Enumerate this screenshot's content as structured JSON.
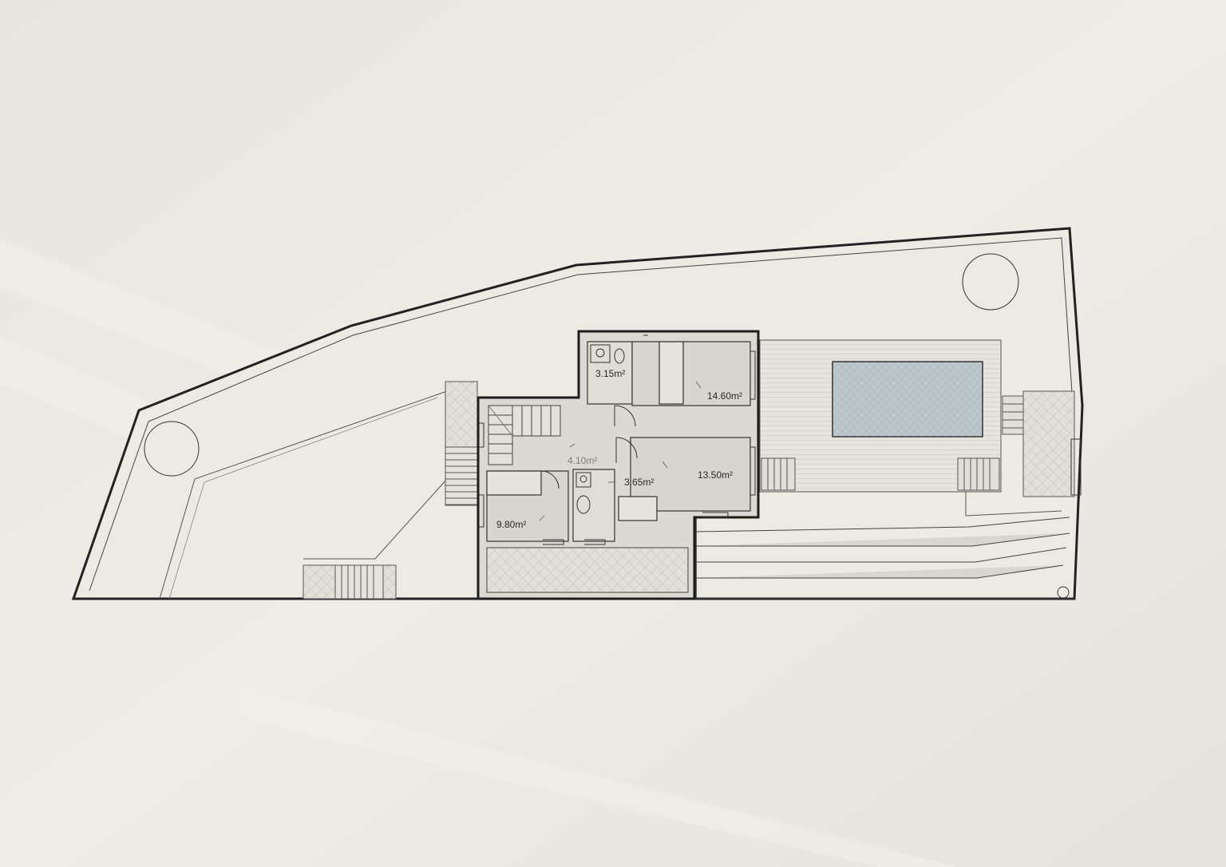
{
  "plan": {
    "rooms": [
      {
        "id": "bath-upper",
        "area": "3.15m²"
      },
      {
        "id": "bedroom-upper",
        "area": "14.60m²"
      },
      {
        "id": "landing",
        "area": "4.10m²"
      },
      {
        "id": "bath-middle",
        "area": "3.65m²"
      },
      {
        "id": "bedroom-middle",
        "area": "13.50m²"
      },
      {
        "id": "bedroom-lower",
        "area": "9.80m²"
      }
    ],
    "colors": {
      "paper": "#ebe7e1",
      "ink": "#222222",
      "interior": "#dcd8d2",
      "paving": "#e2ded8",
      "pool_water": "#bcc8cc"
    }
  }
}
